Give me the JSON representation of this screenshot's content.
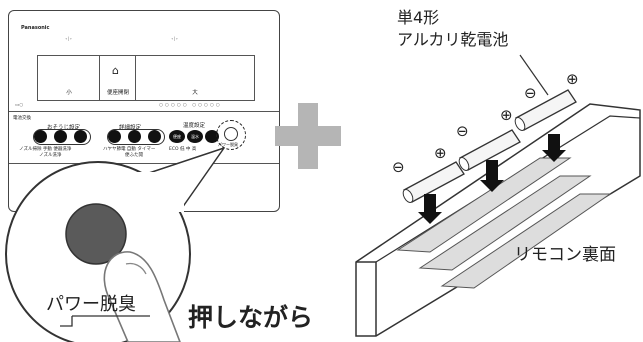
{
  "remote": {
    "brand": "Panasonic",
    "flush_small": "小",
    "flush_seat_open": "便座開閉",
    "flush_large": "大",
    "cleaning_setting": "おそうじ設定",
    "detail_setting": "詳細設定",
    "temp_setting": "温度設定",
    "battery_label": "電池交換",
    "nozzle_small_labels": "ノズル掃除 手動 便器洗浄",
    "nozzle_sub": "ノズル洗浄",
    "detail_small_labels": "ハヤヤ節電 自動 タイマー",
    "detail_sub": "便ふた開",
    "temp_small_labels": "ECO 低 中 高",
    "temp_btn_1": "便座",
    "temp_btn_2": "温水",
    "power_deodor_small": "パワー脱臭"
  },
  "callout": {
    "button_label": "パワー脱臭",
    "action": "押しながら"
  },
  "battery": {
    "type_line1": "単4形",
    "type_line2": "アルカリ乾電池",
    "plus": "⊕",
    "minus": "⊖",
    "back_label": "リモコン裏面"
  },
  "plus_sign_color": "#b5b5b5"
}
